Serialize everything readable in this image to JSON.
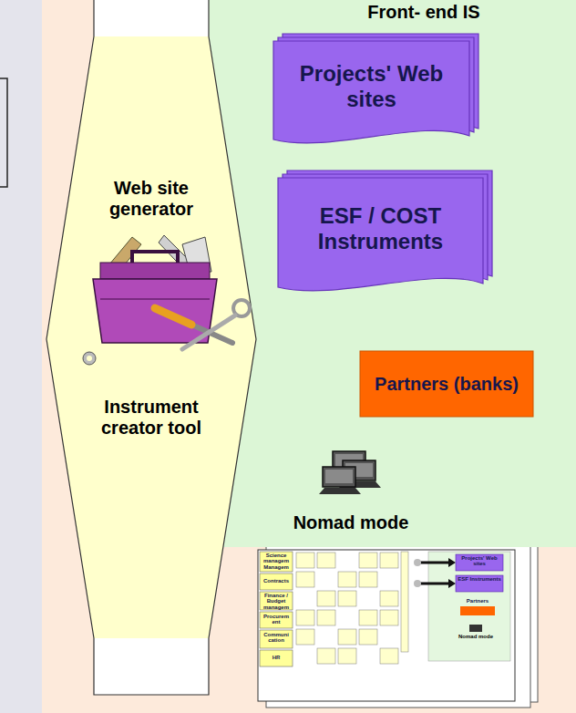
{
  "diagram": {
    "nodes": [
      {
        "text": [
          "Front- end IS"
        ]
      },
      {
        "text": [
          "Web site generator",
          "Instrument creator tool"
        ]
      },
      {
        "text": [
          "Projects' Web sites"
        ],
        "in": 0
      },
      {
        "text": [
          "ESF / COST Instruments"
        ],
        "in": 0
      },
      {
        "text": [
          "Partners (banks)"
        ],
        "in": 0
      }
    ],
    "labels": [
      "Nomad mode",
      "Science managem Managem",
      "Contracts",
      "Finance / Budget managem",
      "Procurem ent",
      "Communi cation",
      "HR",
      "Projects' Web sites",
      "ESF Instruments",
      "Partners",
      "Nomad mode"
    ]
  }
}
